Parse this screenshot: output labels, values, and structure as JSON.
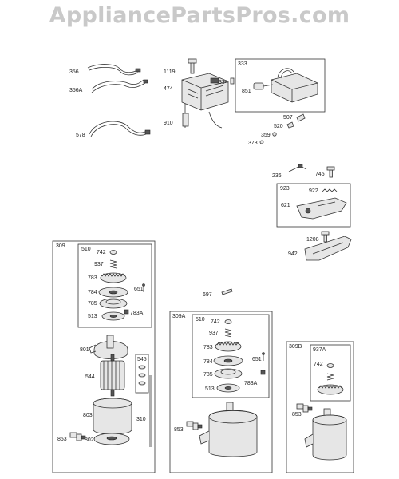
{
  "watermark": "AppliancePartsPros.com",
  "labels": {
    "p356": "356",
    "p356A": "356A",
    "p578": "578",
    "p1119": "1119",
    "p474": "474",
    "p910": "910",
    "p333": "333",
    "p334": "334",
    "p851": "851",
    "p507": "507",
    "p520": "520",
    "p359": "359",
    "p373": "373",
    "p236": "236",
    "p745": "745",
    "p923": "923",
    "p922": "922",
    "p621": "621",
    "p1208": "1208",
    "p942": "942",
    "p697": "697",
    "b309": "309",
    "b309_510": "510",
    "b309_742": "742",
    "b309_937": "937",
    "b309_783": "783",
    "b309_651": "651",
    "b309_784": "784",
    "b309_785": "785",
    "b309_783A": "783A",
    "b309_513": "513",
    "b309_801": "801",
    "b309_545": "545",
    "b309_544": "544",
    "b309_803": "803",
    "b309_310": "310",
    "b309_853": "853",
    "b309_802": "802",
    "b309A": "309A",
    "b309A_510": "510",
    "b309A_742": "742",
    "b309A_937": "937",
    "b309A_783": "783",
    "b309A_784": "784",
    "b309A_651": "651",
    "b309A_785": "785",
    "b309A_513": "513",
    "b309A_783A": "783A",
    "b309A_853": "853",
    "b309B": "309B",
    "b309B_937A": "937A",
    "b309B_742": "742",
    "b309B_853": "853"
  }
}
